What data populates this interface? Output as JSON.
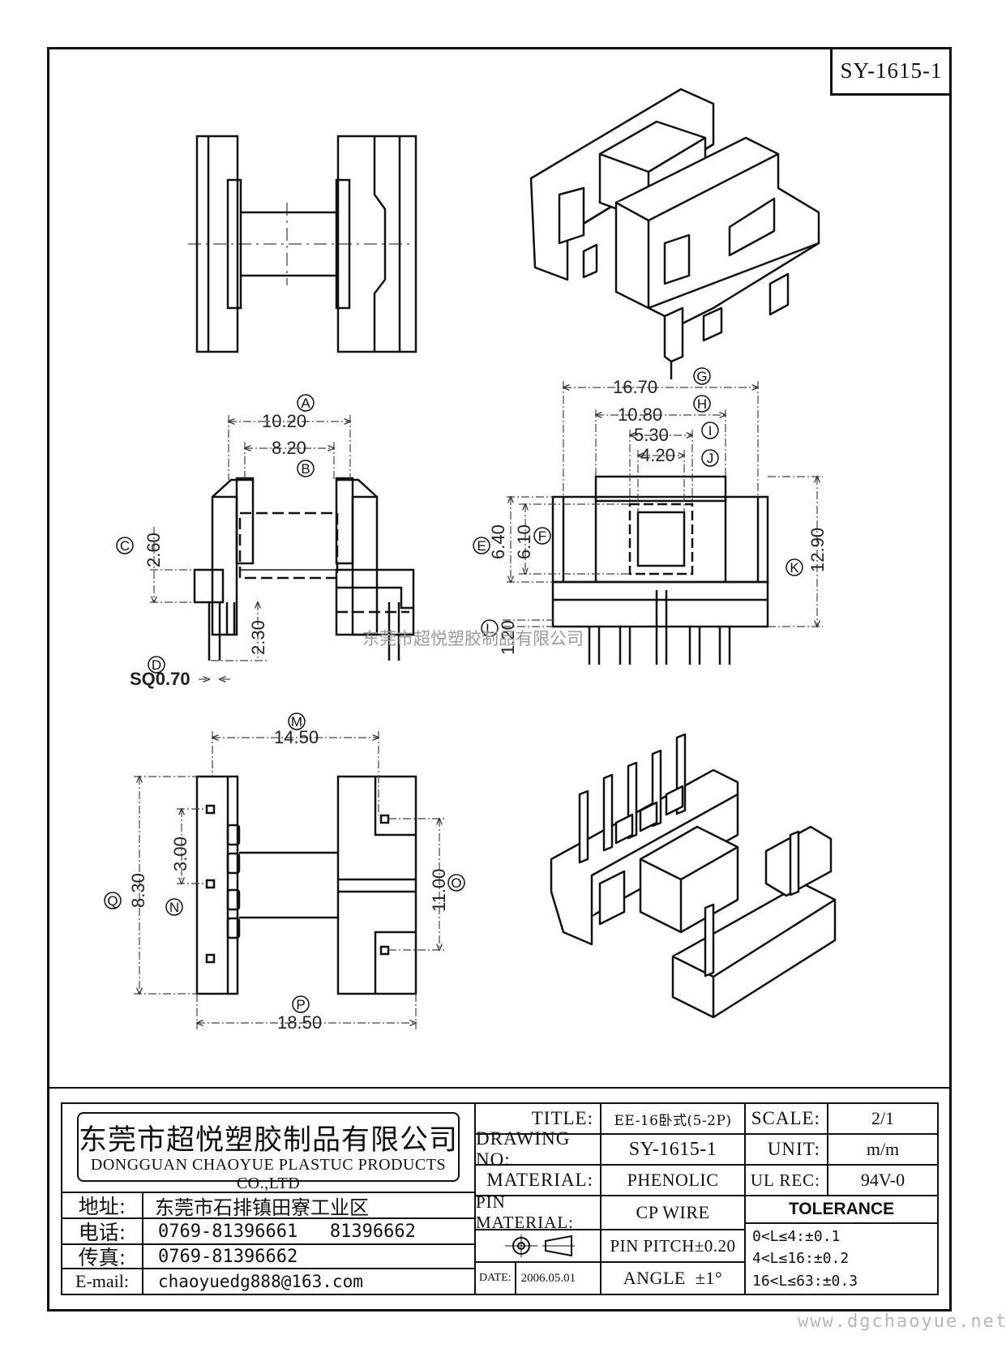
{
  "drawing_number": "SY-1615-1",
  "dimensions": {
    "A": {
      "letter": "A",
      "value": "10.20"
    },
    "B": {
      "letter": "B",
      "value": "8.20"
    },
    "C": {
      "letter": "C",
      "value": "2.60"
    },
    "D": {
      "letter": "D",
      "value": "SQ0.70"
    },
    "E": {
      "letter": "E",
      "value": "6.40"
    },
    "F": {
      "letter": "F",
      "value": "6.10"
    },
    "G": {
      "letter": "G",
      "value": "16.70"
    },
    "H": {
      "letter": "H",
      "value": "10.80"
    },
    "I": {
      "letter": "I",
      "value": "5.30"
    },
    "J": {
      "letter": "J",
      "value": "4.20"
    },
    "K": {
      "letter": "K",
      "value": "12.90"
    },
    "L": {
      "letter": "L",
      "value": "1.20"
    },
    "M": {
      "letter": "M",
      "value": "14.50"
    },
    "N": {
      "letter": "N",
      "value": "3.00"
    },
    "O": {
      "letter": "O",
      "value": "11.00"
    },
    "P": {
      "letter": "P",
      "value": "18.50"
    },
    "Q": {
      "letter": "Q",
      "value": "8.30"
    },
    "pin_len": {
      "value": "2.30"
    }
  },
  "watermark": "东莞市超悦塑胶制品有限公司",
  "footer_url": "www.dgchaoyue.net",
  "title_block": {
    "company_cn": "东莞市超悦塑胶制品有限公司",
    "company_en": "DONGGUAN CHAOYUE PLASTUC PRODUCTS CO.,LTD",
    "address_label": "地址:",
    "address": "东莞市石排镇田寮工业区",
    "phone_label": "电话:",
    "phone": "0769-81396661   81396662",
    "fax_label": "传真:",
    "fax": "0769-81396662",
    "email_label": "E-mail:",
    "email": "chaoyuedg888@163.com",
    "title_label": "TITLE:",
    "title": "EE-16卧式(5-2P)",
    "drawing_no_label": "DRAWING NO:",
    "drawing_no": "SY-1615-1",
    "material_label": "MATERIAL:",
    "material": "PHENOLIC",
    "pin_material_label": "PIN MATERIAL:",
    "pin_material": "CP WIRE",
    "date_label": "DATE:",
    "date": "2006.05.01",
    "scale_label": "SCALE:",
    "scale": "2/1",
    "unit_label": "UNIT:",
    "unit": "m/m",
    "ul_label": "UL REC:",
    "ul": "94V-0",
    "tolerance_label": "TOLERANCE",
    "pin_pitch": "PIN PITCH±0.20",
    "angle": "ANGLE  ±1°",
    "tolerances": [
      "0<L≤4:±0.1",
      "4<L≤16:±0.2",
      "16<L≤63:±0.3"
    ]
  }
}
